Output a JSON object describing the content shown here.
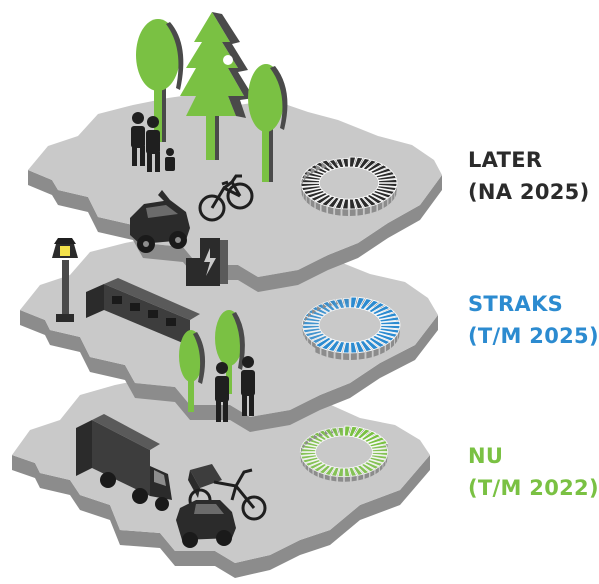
{
  "colors": {
    "green": "#7ac143",
    "blue": "#2c8bd0",
    "dark": "#2b2b2b",
    "ground": "#c9c9c9",
    "ground_side": "#8c8c8c",
    "lamp_light": "#f3e14a"
  },
  "phases": [
    {
      "id": "later",
      "line1": "LATER",
      "line2": "(NA 2025)",
      "color": "#2b2b2b",
      "progress": 0.92
    },
    {
      "id": "straks",
      "line1": "STRAKS",
      "line2": "(T/M 2025)",
      "color": "#2c8bd0",
      "progress": 0.62
    },
    {
      "id": "nu",
      "line1": "NU",
      "line2": "(T/M 2022)",
      "color": "#7ac143",
      "progress": 0.2
    }
  ],
  "icons": {
    "later": [
      "tree-icon",
      "pine-tree-icon",
      "tree-icon",
      "family-icon",
      "electric-car-icon",
      "bicycle-icon",
      "charging-station-icon"
    ],
    "straks": [
      "street-lamp-icon",
      "tram-icon",
      "tree-icon",
      "people-icon"
    ],
    "nu": [
      "truck-icon",
      "cargo-bike-icon",
      "car-icon"
    ]
  }
}
